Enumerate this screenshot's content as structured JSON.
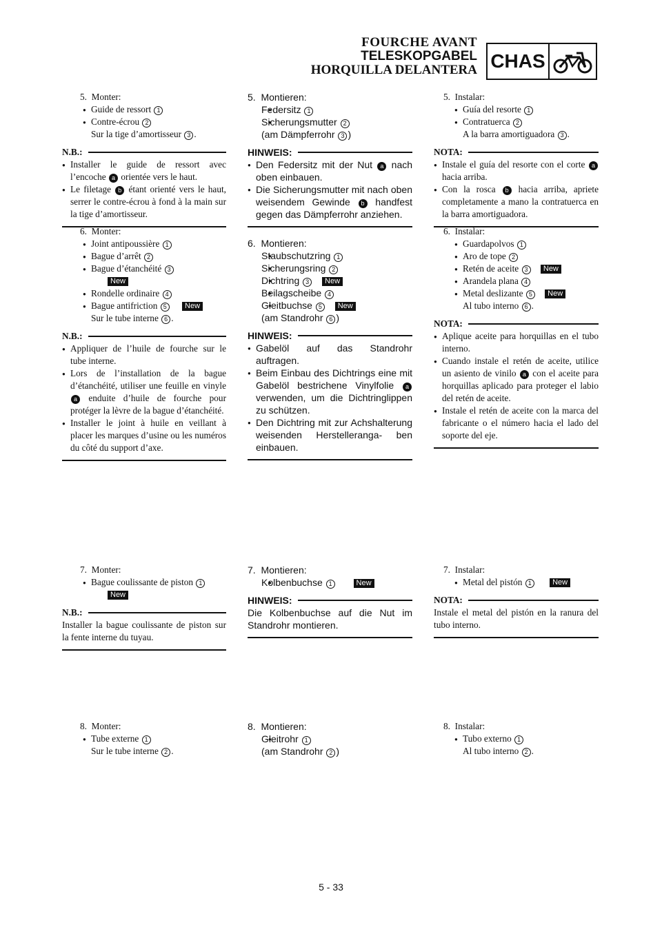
{
  "header": {
    "title_fr": "FOURCHE AVANT",
    "title_de": "TELESKOPGABEL",
    "title_es": "HORQUILLA DELANTERA",
    "section_label": "CHAS",
    "section_icon": "motorcycle-icon"
  },
  "labels": {
    "new": "New",
    "c1": "1",
    "c2": "2",
    "c3": "3",
    "c4": "4",
    "c5": "5",
    "c6": "6",
    "ca": "a",
    "cb": "b"
  },
  "fr": {
    "s5": {
      "num": "5.",
      "title": "Monter:",
      "b1": "Guide de ressort",
      "b2": "Contre-écrou",
      "p1": "Sur la tige d’amortisseur",
      "note_head": "N.B.:",
      "n1a": "Installer le guide de ressort avec l’encoche",
      "n1b": "orientée vers le haut.",
      "n2a": "Le filetage",
      "n2b": "étant orienté vers le haut, serrer le contre-écrou à fond à la main sur la tige d’amortisseur."
    },
    "s6": {
      "num": "6.",
      "title": "Monter:",
      "b1": "Joint antipoussière",
      "b2": "Bague d’arrêt",
      "b3": "Bague d’étanchéité",
      "b4": "Rondelle ordinaire",
      "b5": "Bague antifriction",
      "p1": "Sur le tube interne",
      "note_head": "N.B.:",
      "n1": "Appliquer de l’huile de fourche sur le tube interne.",
      "n2a": "Lors de l’installation de la bague d’étanchéité, utiliser une feuille en vinyle",
      "n2b": "enduite d’huile de fourche pour protéger la lèvre de la bague d’étanchéité.",
      "n3": "Installer le joint à huile en veillant à placer les marques d’usine ou les numéros du côté du support d’axe."
    },
    "s7": {
      "num": "7.",
      "title": "Monter:",
      "b1": "Bague coulissante de piston",
      "note_head": "N.B.:",
      "n1": "Installer la bague coulissante de piston sur la fente interne du tuyau."
    },
    "s8": {
      "num": "8.",
      "title": "Monter:",
      "b1": "Tube externe",
      "p1": "Sur le tube interne"
    }
  },
  "de": {
    "s5": {
      "num": "5.",
      "title": "Montieren:",
      "b1": "Federsitz",
      "b2": "Sicherungsmutter",
      "p1a": "(am Dämpferrohr",
      "p1b": ")",
      "note_head": "HINWEIS:",
      "n1a": "Den Federsitz mit der Nut",
      "n1b": "nach oben einbauen.",
      "n2a": "Die Sicherungsmutter mit nach oben weisendem Gewinde",
      "n2b": "handfest gegen das Dämpferrohr anziehen."
    },
    "s6": {
      "num": "6.",
      "title": "Montieren:",
      "b1": "Staubschutzring",
      "b2": "Sicherungsring",
      "b3": "Dichtring",
      "b4": "Beilagscheibe",
      "b5": "Gleitbuchse",
      "p1a": "(am Standrohr",
      "p1b": ")",
      "note_head": "HINWEIS:",
      "n1": "Gabelöl auf das Standrohr auftragen.",
      "n2a": "Beim Einbau des Dichtrings eine mit Gabelöl bestrichene Vinylfolie",
      "n2b": "verwenden, um die Dichtringlippen zu schützen.",
      "n3": "Den Dichtring mit zur Achshalterung weisenden Herstelleranga- ben einbauen."
    },
    "s7": {
      "num": "7.",
      "title": "Montieren:",
      "b1": "Kolbenbuchse",
      "note_head": "HINWEIS:",
      "n1": "Die Kolbenbuchse auf die Nut im Standrohr montieren."
    },
    "s8": {
      "num": "8.",
      "title": "Montieren:",
      "b1": "Gleitrohr",
      "p1a": "(am Standrohr",
      "p1b": ")"
    }
  },
  "es": {
    "s5": {
      "num": "5.",
      "title": "Instalar:",
      "b1": "Guía del resorte",
      "b2": "Contratuerca",
      "p1": "A la barra amortiguadora",
      "note_head": "NOTA:",
      "n1a": "Instale el guía del resorte con el corte",
      "n1b": "hacia arriba.",
      "n2a": "Con la rosca",
      "n2b": "hacia arriba, apriete completamente a mano la contratuerca en la barra amortiguadora."
    },
    "s6": {
      "num": "6.",
      "title": "Instalar:",
      "b1": "Guardapolvos",
      "b2": "Aro de tope",
      "b3": "Retén de aceite",
      "b4": "Arandela plana",
      "b5": "Metal deslizante",
      "p1": "Al tubo interno",
      "note_head": "NOTA:",
      "n1": "Aplique aceite para horquillas en el tubo interno.",
      "n2a": "Cuando instale el retén de aceite, utilice un asiento de vinilo",
      "n2b": "con el aceite para horquillas aplicado para proteger el labio del retén de aceite.",
      "n3": "Instale el retén de aceite con la marca del fabricante o el número hacia el lado del soporte del eje."
    },
    "s7": {
      "num": "7.",
      "title": "Instalar:",
      "b1": "Metal del pistón",
      "note_head": "NOTA:",
      "n1": "Instale el metal del pistón en la ranura del tubo interno."
    },
    "s8": {
      "num": "8.",
      "title": "Instalar:",
      "b1": "Tubo externo",
      "p1": "Al tubo interno"
    }
  },
  "page_number": "5 - 33"
}
